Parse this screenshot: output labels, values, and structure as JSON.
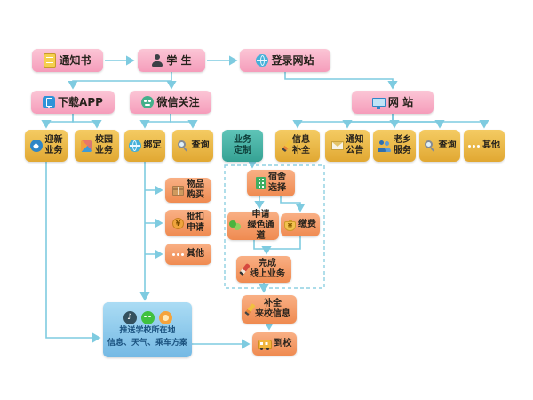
{
  "colors": {
    "arrow": "#7ecbe0",
    "pink_node": "#f8a8c2",
    "gold_node": "#e9b645",
    "orange_node": "#f49a62",
    "teal_node": "#45b3a7",
    "blue_panel": "#8cc9ec"
  },
  "nodes": {
    "notice": "通知书",
    "student": "学 生",
    "login": "登录网站",
    "app": "下载APP",
    "wechat": "微信关注",
    "website": "网 站",
    "welcome": "迎新\n业务",
    "campus": "校园\n业务",
    "bind": "绑定",
    "query_wechat": "查询",
    "custom": "业务\n定制",
    "info_fill": "信息\n补全",
    "notice_board": "通知\n公告",
    "folks_service": "老乡\n服务",
    "query_web": "查询",
    "other_web": "其他",
    "buy": "物品\n购买",
    "deduct": "批扣\n申请",
    "other_wechat": "其他",
    "dorm": "宿舍\n选择",
    "green_channel": "申请\n绿色通道",
    "pay": "缴费",
    "complete_online": "完成\n线上业务",
    "fill_arrival": "补全\n来校信息",
    "arrive": "到校"
  },
  "push_panel": {
    "line1": "推送学校所在地",
    "line2": "信息、天气、乘车方案"
  },
  "icons": {
    "notice": "document-icon",
    "student": "graduate-person-icon",
    "login": "globe-icon",
    "app": "phone-app-icon",
    "wechat": "wechat-icon",
    "website": "monitor-icon",
    "welcome": "badge-icon",
    "campus": "campus-grid-icon",
    "bind": "globe-icon",
    "query": "magnifier-icon",
    "info_fill": "pencil-icon",
    "notice_board": "envelope-icon",
    "folks_service": "people-icon",
    "other": "ellipsis-icon",
    "buy": "package-icon",
    "deduct": "coin-icon",
    "dorm": "building-icon",
    "green_channel": "green-pods-icon",
    "pay": "moneybag-icon",
    "complete_online": "pen-icon",
    "fill_arrival": "pencil-icon",
    "arrive": "bus-icon",
    "push_panel": [
      "music-app-icon",
      "wechat-icon",
      "weather-sun-icon"
    ]
  }
}
